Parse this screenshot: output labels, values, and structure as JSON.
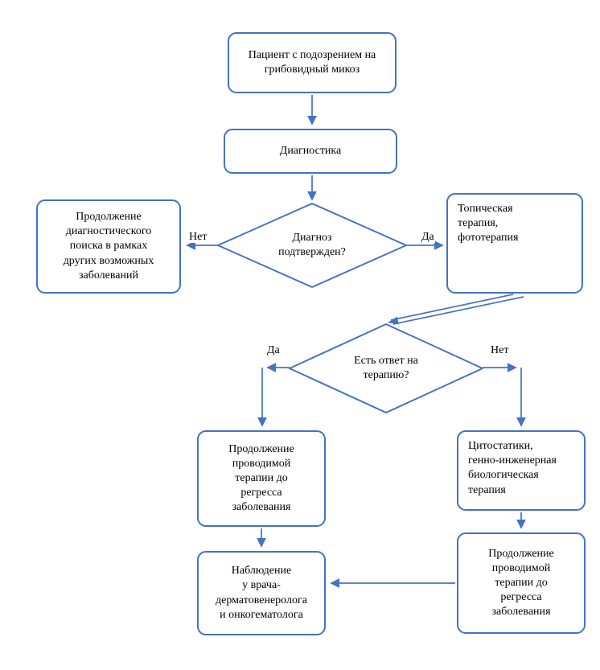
{
  "diagram": {
    "nodes": {
      "start": "Пациент с подозрением на\nгрибовидный микоз",
      "diagnostics": "Диагностика",
      "diagnosis_confirmed": "Диагноз\nподтвержден?",
      "continue_diagnostic_search": "Продолжение\nдиагностического\nпоиска в рамках\nдругих возможных\nзаболеваний",
      "topical_therapy": "Топическая\nтерапия,\nфототерапия",
      "response_to_therapy": "Есть ответ на\nтерапию?",
      "continue_therapy_left": "Продолжение\nпроводимой\nтерапии до\nрегресса\nзаболевания",
      "cytostatics": "Цитостатики,\nгенно-инженерная\nбиологическая\nтерапия",
      "continue_therapy_right": "Продолжение\nпроводимой\nтерапии до\nрегресса\nзаболевания",
      "observation": "Наблюдение\nу врача-\nдерматовенеролога\nи онкогематолога"
    },
    "edge_labels": {
      "no_1": "Нет",
      "yes_1": "Да",
      "yes_2": "Да",
      "no_2": "Нет"
    },
    "edges": [
      {
        "from": "start",
        "to": "diagnostics",
        "label": ""
      },
      {
        "from": "diagnostics",
        "to": "diagnosis_confirmed",
        "label": ""
      },
      {
        "from": "diagnosis_confirmed",
        "to": "continue_diagnostic_search",
        "label": "Нет"
      },
      {
        "from": "diagnosis_confirmed",
        "to": "topical_therapy",
        "label": "Да"
      },
      {
        "from": "topical_therapy",
        "to": "response_to_therapy",
        "label": ""
      },
      {
        "from": "response_to_therapy",
        "to": "continue_therapy_left",
        "label": "Да"
      },
      {
        "from": "response_to_therapy",
        "to": "cytostatics",
        "label": "Нет"
      },
      {
        "from": "cytostatics",
        "to": "continue_therapy_right",
        "label": ""
      },
      {
        "from": "continue_therapy_left",
        "to": "observation",
        "label": ""
      },
      {
        "from": "continue_therapy_right",
        "to": "observation",
        "label": ""
      }
    ],
    "colors": {
      "node_border": "#4472C4",
      "node_fill": "#FFFFFF",
      "connector": "#4472C4",
      "text": "#000000"
    }
  }
}
